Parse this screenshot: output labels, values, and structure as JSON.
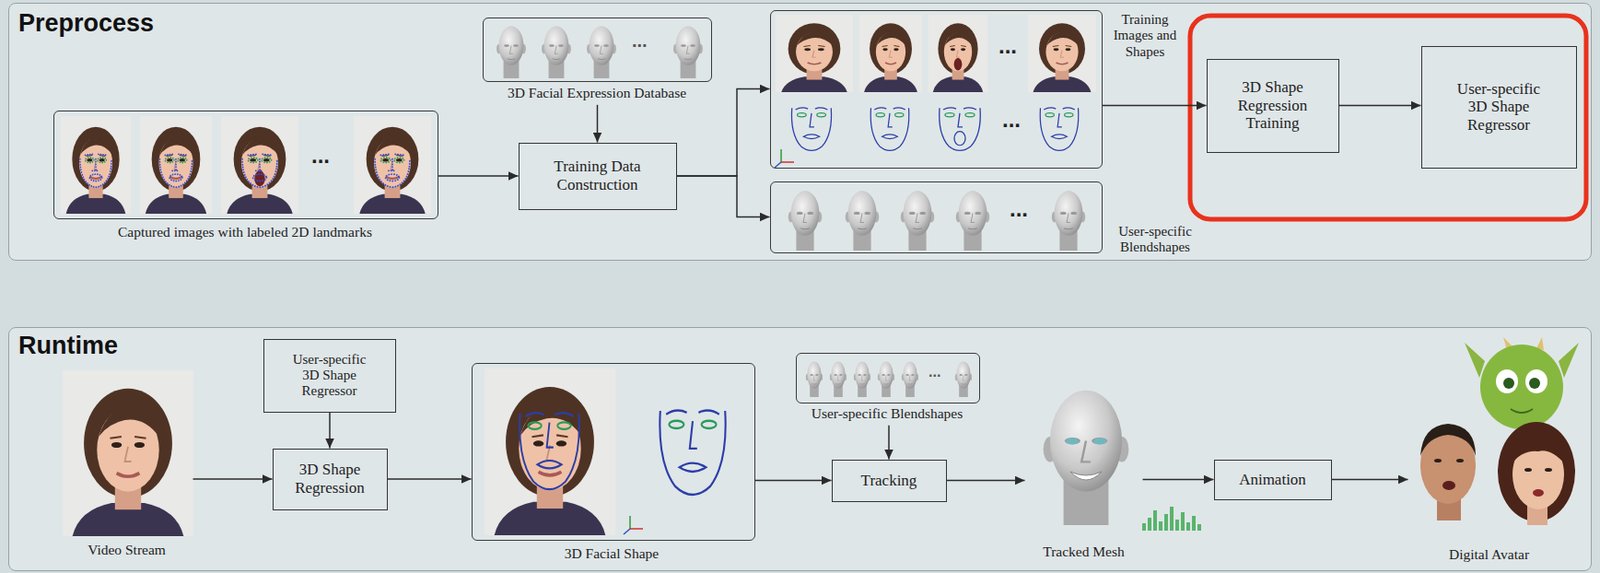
{
  "diagram": {
    "nodes": [
      {
        "text": [
          "Preprocess"
        ]
      },
      {
        "text": [
          "Captured images with labeled 2D landmarks"
        ],
        "in": 0
      },
      {
        "text": [
          "3D Facial Expression Database"
        ],
        "in": 0
      },
      {
        "text": [
          "Training Data Construction"
        ],
        "in": 0
      },
      {
        "text": [
          "Training Images and Shapes"
        ],
        "in": 0
      },
      {
        "text": [
          "User-specific Blendshapes"
        ],
        "in": 0
      },
      {
        "text": [
          "3D Shape Regression Training"
        ],
        "in": 0
      },
      {
        "text": [
          "User-specific 3D Shape Regressor"
        ],
        "in": 0
      },
      {
        "text": [
          "Runtime"
        ]
      },
      {
        "text": [
          "Video Stream"
        ],
        "in": 8
      },
      {
        "text": [
          "User-specific 3D Shape Regressor"
        ],
        "in": 8
      },
      {
        "text": [
          "3D Shape Regression"
        ],
        "in": 8
      },
      {
        "text": [
          "3D Facial Shape"
        ],
        "in": 8
      },
      {
        "text": [
          "User-specific Blendshapes"
        ],
        "in": 8
      },
      {
        "text": [
          "Tracking"
        ],
        "in": 8
      },
      {
        "text": [
          "Tracked Mesh"
        ],
        "in": 8
      },
      {
        "text": [
          "Animation"
        ],
        "in": 8
      },
      {
        "text": [
          "Digital Avatar"
        ],
        "in": 8
      }
    ],
    "edges": [
      {
        "from": 1,
        "to": 3,
        "arrow": "to"
      },
      {
        "from": 2,
        "to": 3,
        "arrow": "to"
      },
      {
        "from": 3,
        "to": 4,
        "arrow": "to"
      },
      {
        "from": 3,
        "to": 5,
        "arrow": "to"
      },
      {
        "from": 4,
        "to": 6,
        "arrow": "to"
      },
      {
        "from": 6,
        "to": 7,
        "arrow": "to"
      },
      {
        "from": 9,
        "to": 11,
        "arrow": "to"
      },
      {
        "from": 10,
        "to": 11,
        "arrow": "to"
      },
      {
        "from": 11,
        "to": 12,
        "arrow": "to"
      },
      {
        "from": 12,
        "to": 14,
        "arrow": "to"
      },
      {
        "from": 13,
        "to": 14,
        "arrow": "to"
      },
      {
        "from": 14,
        "to": 15,
        "arrow": "to"
      },
      {
        "from": 15,
        "to": 16,
        "arrow": "to"
      },
      {
        "from": 16,
        "to": 17,
        "arrow": "to"
      }
    ],
    "labels": [
      "...",
      "...",
      "...",
      "...",
      "...",
      "..."
    ]
  }
}
